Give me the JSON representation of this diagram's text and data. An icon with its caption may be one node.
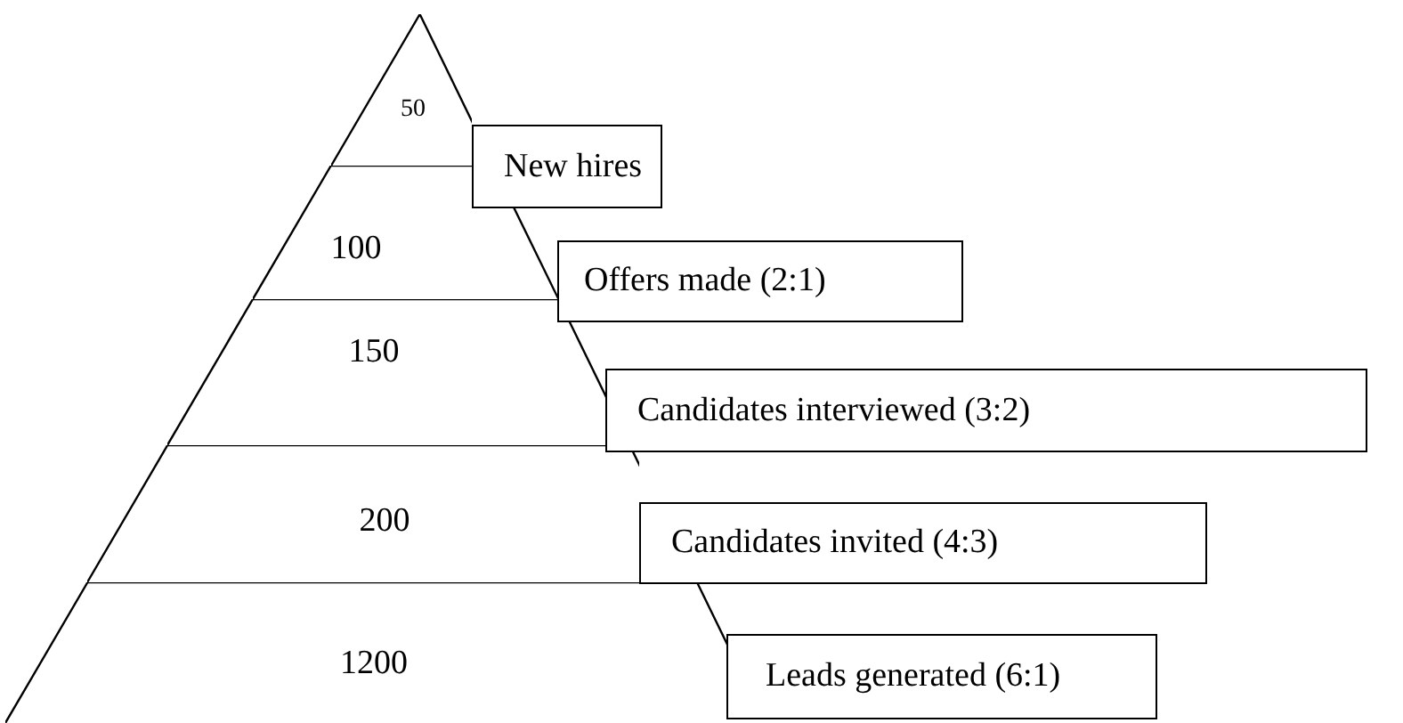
{
  "diagram": {
    "nodes": [
      {
        "text": [
          "50"
        ]
      },
      {
        "text": [
          "100"
        ]
      },
      {
        "text": [
          "150"
        ]
      },
      {
        "text": [
          "200"
        ]
      },
      {
        "text": [
          "1200"
        ]
      },
      {
        "text": [
          "New hires"
        ]
      },
      {
        "text": [
          "Offers made (2:1)"
        ]
      },
      {
        "text": [
          "Candidates interviewed (3:2)"
        ]
      },
      {
        "text": [
          "Candidates invited (4:3)"
        ]
      },
      {
        "text": [
          "Leads generated (6:1)"
        ]
      }
    ]
  }
}
